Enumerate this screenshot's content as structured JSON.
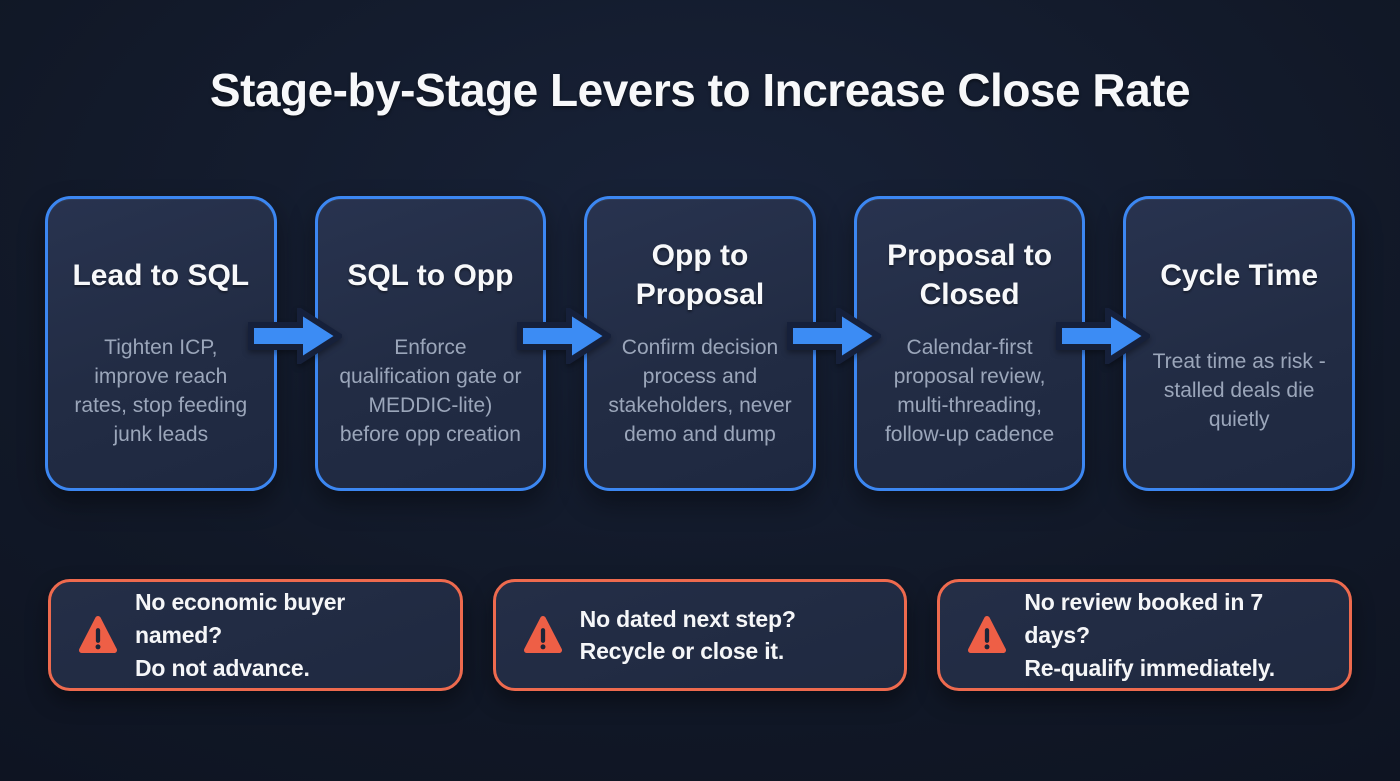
{
  "title": "Stage-by-Stage Levers to Increase Close Rate",
  "stages": [
    {
      "title": "Lead to SQL",
      "body": "Tighten ICP, improve reach rates, stop feeding junk leads"
    },
    {
      "title": "SQL to Opp",
      "body": "Enforce qualification gate or MEDDIC-lite) before opp creation"
    },
    {
      "title": "Opp to Proposal",
      "body": "Confirm decision process and stakeholders, never demo and dump"
    },
    {
      "title": "Proposal to Closed",
      "body": "Calendar-first proposal review, multi-threading, follow-up cadence"
    },
    {
      "title": "Cycle Time",
      "body": "Treat time as risk - stalled deals die quietly"
    }
  ],
  "warnings": [
    {
      "line1": "No economic buyer named?",
      "line2": "Do not advance."
    },
    {
      "line1": "No dated next step?",
      "line2": "Recycle or close it."
    },
    {
      "line1": "No review booked in 7 days?",
      "line2": "Re-qualify immediately."
    }
  ],
  "icons": {
    "stage_connector": "arrow-right-icon",
    "warning": "warning-triangle-icon"
  },
  "colors": {
    "background": "#111827",
    "card_background": "#232e47",
    "card_border": "#3c87f2",
    "arrow_fill": "#3c8cf4",
    "arrow_outline": "#16203a",
    "warning_border": "#ee6a4e",
    "warning_icon": "#ee5f46",
    "title_text": "#f7f8fa",
    "body_text": "#9ba6ba"
  }
}
